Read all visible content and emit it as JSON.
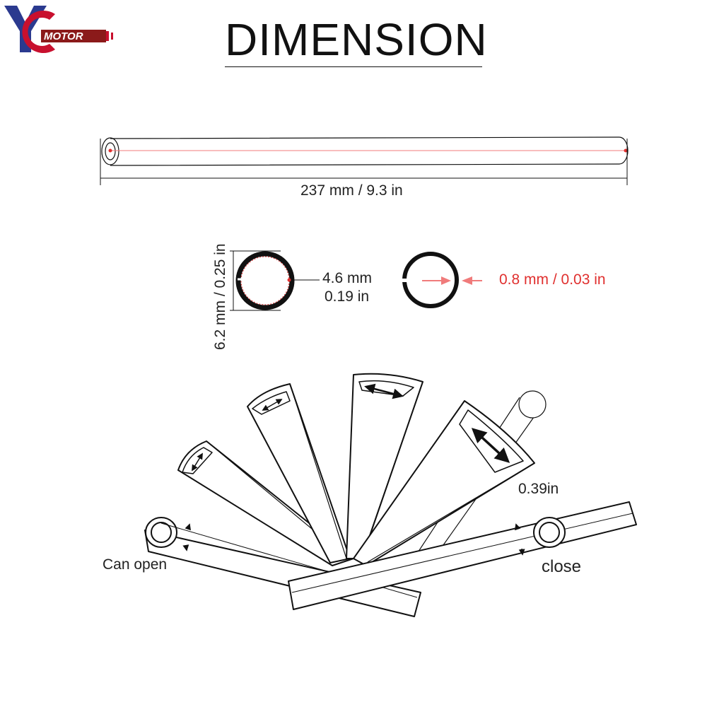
{
  "brand": {
    "logo_letters": "YC",
    "logo_text": "MOTOR",
    "colors": {
      "blue": "#2b3a8f",
      "red": "#c8102e",
      "dark_red": "#8b1a1a"
    }
  },
  "title": "DIMENSION",
  "dimensions": {
    "length": "237 mm / 9.3 in",
    "outer_diameter": "6.2 mm / 0.25 in",
    "inner_diameter_mm": "4.6 mm",
    "inner_diameter_in": "0.19 in",
    "wall_thickness": "0.8 mm / 0.03 in"
  },
  "usage": {
    "open_label": "Can open",
    "close_label": "close",
    "opening_width": "0.39in"
  },
  "colors": {
    "line": "#111111",
    "accent_red": "#e0302f",
    "guide_red": "#f07b7b"
  }
}
